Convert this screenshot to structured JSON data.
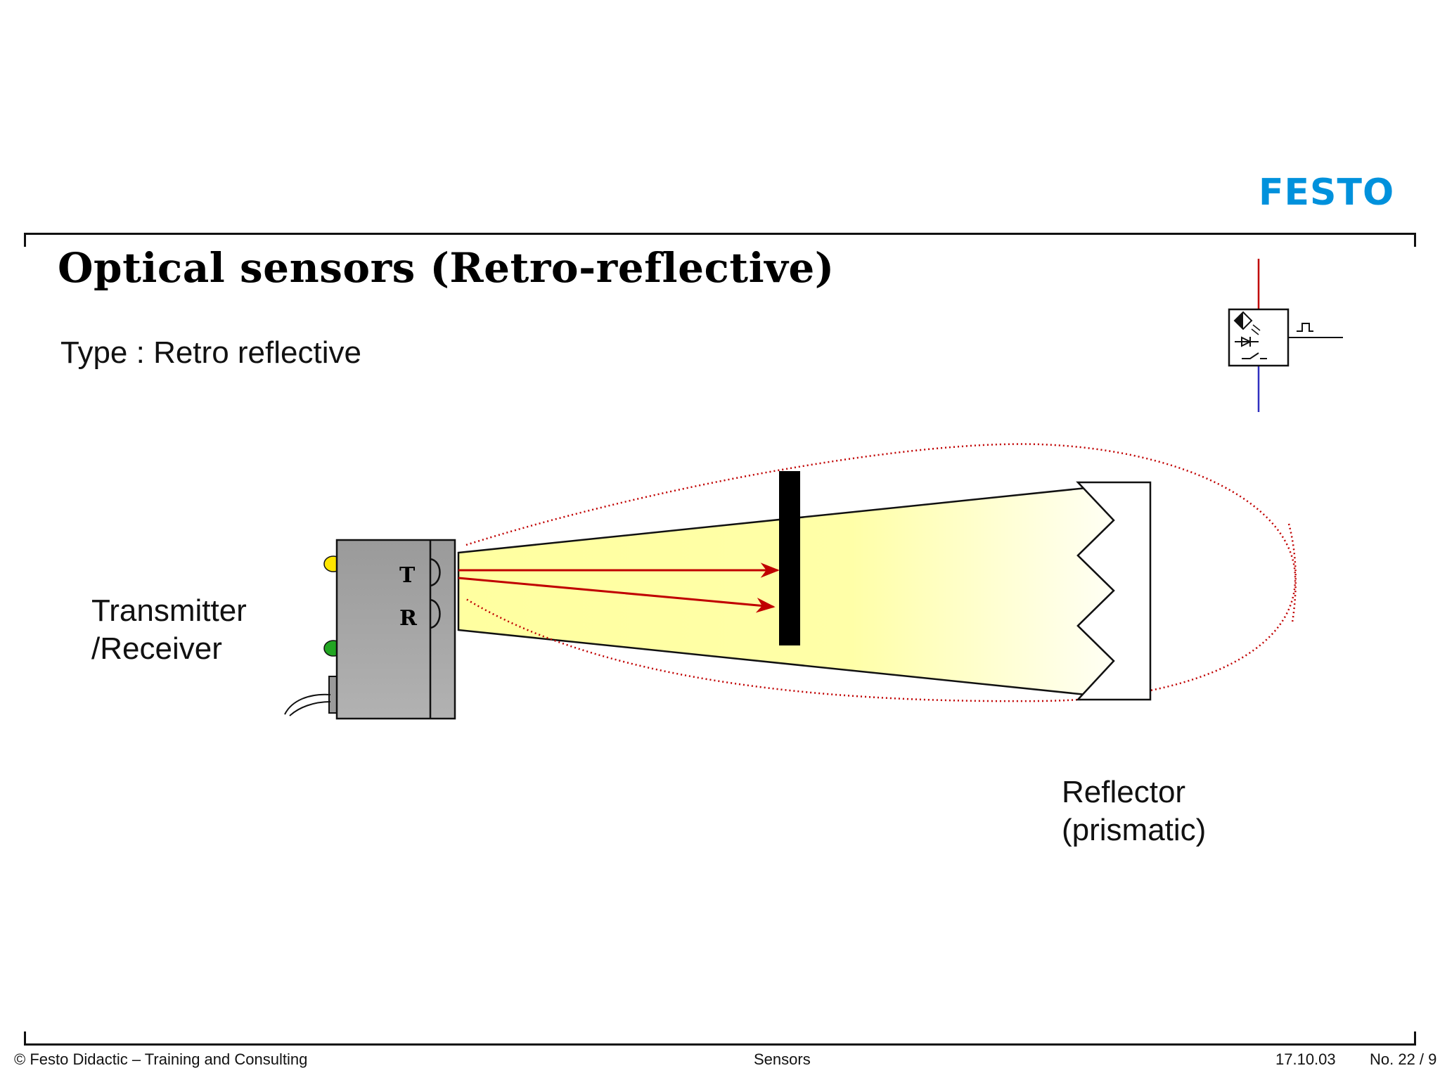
{
  "logo": {
    "text": "FESTO",
    "color": "#0091dc"
  },
  "title": "Optical sensors (Retro-reflective)",
  "subtitle": "Type : Retro reflective",
  "labels": {
    "transmitter_line1": "Transmitter",
    "transmitter_line2": "/Receiver",
    "reflector_line1": "Reflector",
    "reflector_line2": "(prismatic)"
  },
  "device": {
    "transmitter_letter": "T",
    "receiver_letter": "R",
    "led_top_color": "#ffe600",
    "led_bottom_color": "#22a622",
    "body_color": "#a6a6a6"
  },
  "beam": {
    "fill_color": "#ffffa8",
    "ray_color": "#c00000"
  },
  "symbol": {
    "supply_line_color": "#c00000",
    "ground_line_color": "#3030c0"
  },
  "footer": {
    "copyright": "© Festo Didactic – Training and Consulting",
    "topic": "Sensors",
    "date": "17.10.03",
    "page": "No. 22 / 9"
  }
}
